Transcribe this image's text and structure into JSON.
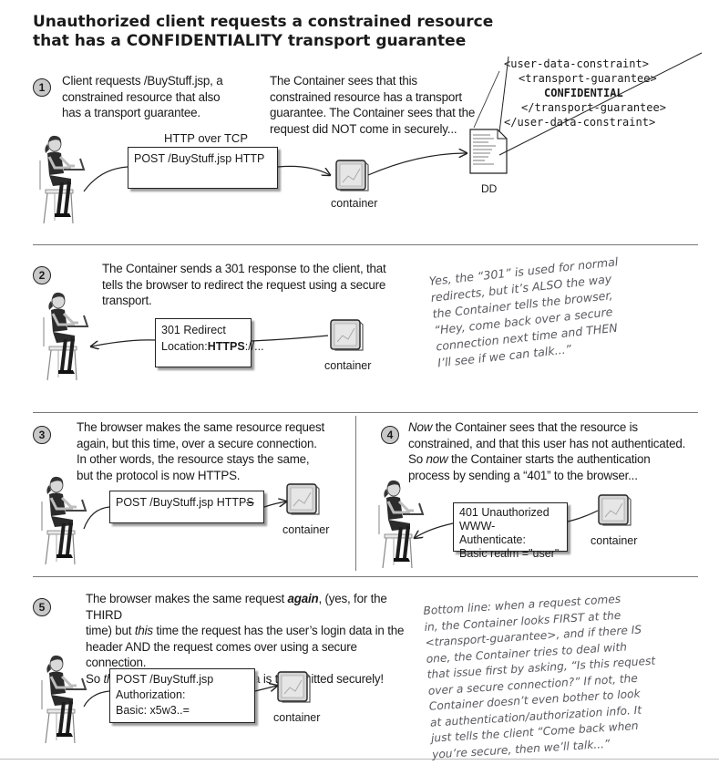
{
  "title": "Unauthorized client requests a constrained resource\nthat has a CONFIDENTIALITY transport guarantee",
  "step1": {
    "number": "1",
    "client_text": "Client requests /BuyStuff.jsp, a\nconstrained resource that also\nhas a transport guarantee.",
    "container_text": "The Container sees that this\nconstrained resource has a transport\nguarantee. The Container sees that the\nrequest did NOT come in securely...",
    "protocol_label": "HTTP over TCP",
    "request_box": "POST /BuyStuff.jsp HTTP",
    "container_label": "container",
    "dd_label": "DD",
    "xml_lines": [
      "<user-data-constraint>",
      "<transport-guarantee>",
      "CONFIDENTIAL",
      "</transport-guarantee>",
      "</user-data-constraint>"
    ]
  },
  "step2": {
    "number": "2",
    "text": "The Container sends a 301 response to the client, that\ntells the browser to redirect the request using a secure\ntransport.",
    "response_line1": "301 Redirect",
    "response_loc_prefix": "Location:",
    "response_loc_bold": "HTTPS",
    "response_loc_suffix": "://...",
    "container_label": "container",
    "note": "Yes, the “301” is used for normal\nredirects, but it’s ALSO the way\nthe Container tells the browser,\n“Hey, come back over a secure\nconnection next time and THEN\nI’ll see if we can talk...”"
  },
  "step3": {
    "number": "3",
    "text": "The browser makes the same resource request\nagain, but this time, over a secure connection.\nIn other words, the resource stays the same,\nbut the protocol is now HTTPS.",
    "request_prefix": "POST /BuyStuff.jsp HTTP",
    "request_struck": "S",
    "container_label": "container"
  },
  "step4": {
    "number": "4",
    "text_em1": "Now",
    "text_1": " the Container sees that the resource is",
    "text_2": "constrained, and that this user has not authenticated.",
    "text_3a": "So ",
    "text_em2": "now",
    "text_3b": " the Container starts the authentication",
    "text_4": "process by sending a “401” to the browser...",
    "response_box": "401 Unauthorized\nWWW-Authenticate:\nBasic realm =\"user\"",
    "container_label": "container"
  },
  "step5": {
    "number": "5",
    "text_1a": "The browser makes the same request ",
    "text_em1": "again",
    "text_1b": ", (yes, for the THIRD",
    "text_2a": "time) but ",
    "text_em2": "this",
    "text_2b": " time the request has the user’s login data in the",
    "text_3": "header AND the request comes over using a secure connection.",
    "text_4a": "So ",
    "text_em3": "this",
    "text_4b": " time the client’s login data is transmitted securely!",
    "request_box": "POST /BuyStuff.jsp\nAuthorization:\nBasic: x5w3..=",
    "container_label": "container",
    "note": "Bottom line: when a request comes\nin, the Container looks FIRST at the\n<transport-guarantee>, and if there IS\none, the Container tries to deal with\nthat issue first by asking, “Is this request\nover a secure connection?” If not, the\nContainer doesn’t even bother to look\nat authentication/authorization info. It\njust tells the client “Come back when\nyou’re secure, then we’ll talk...”"
  }
}
